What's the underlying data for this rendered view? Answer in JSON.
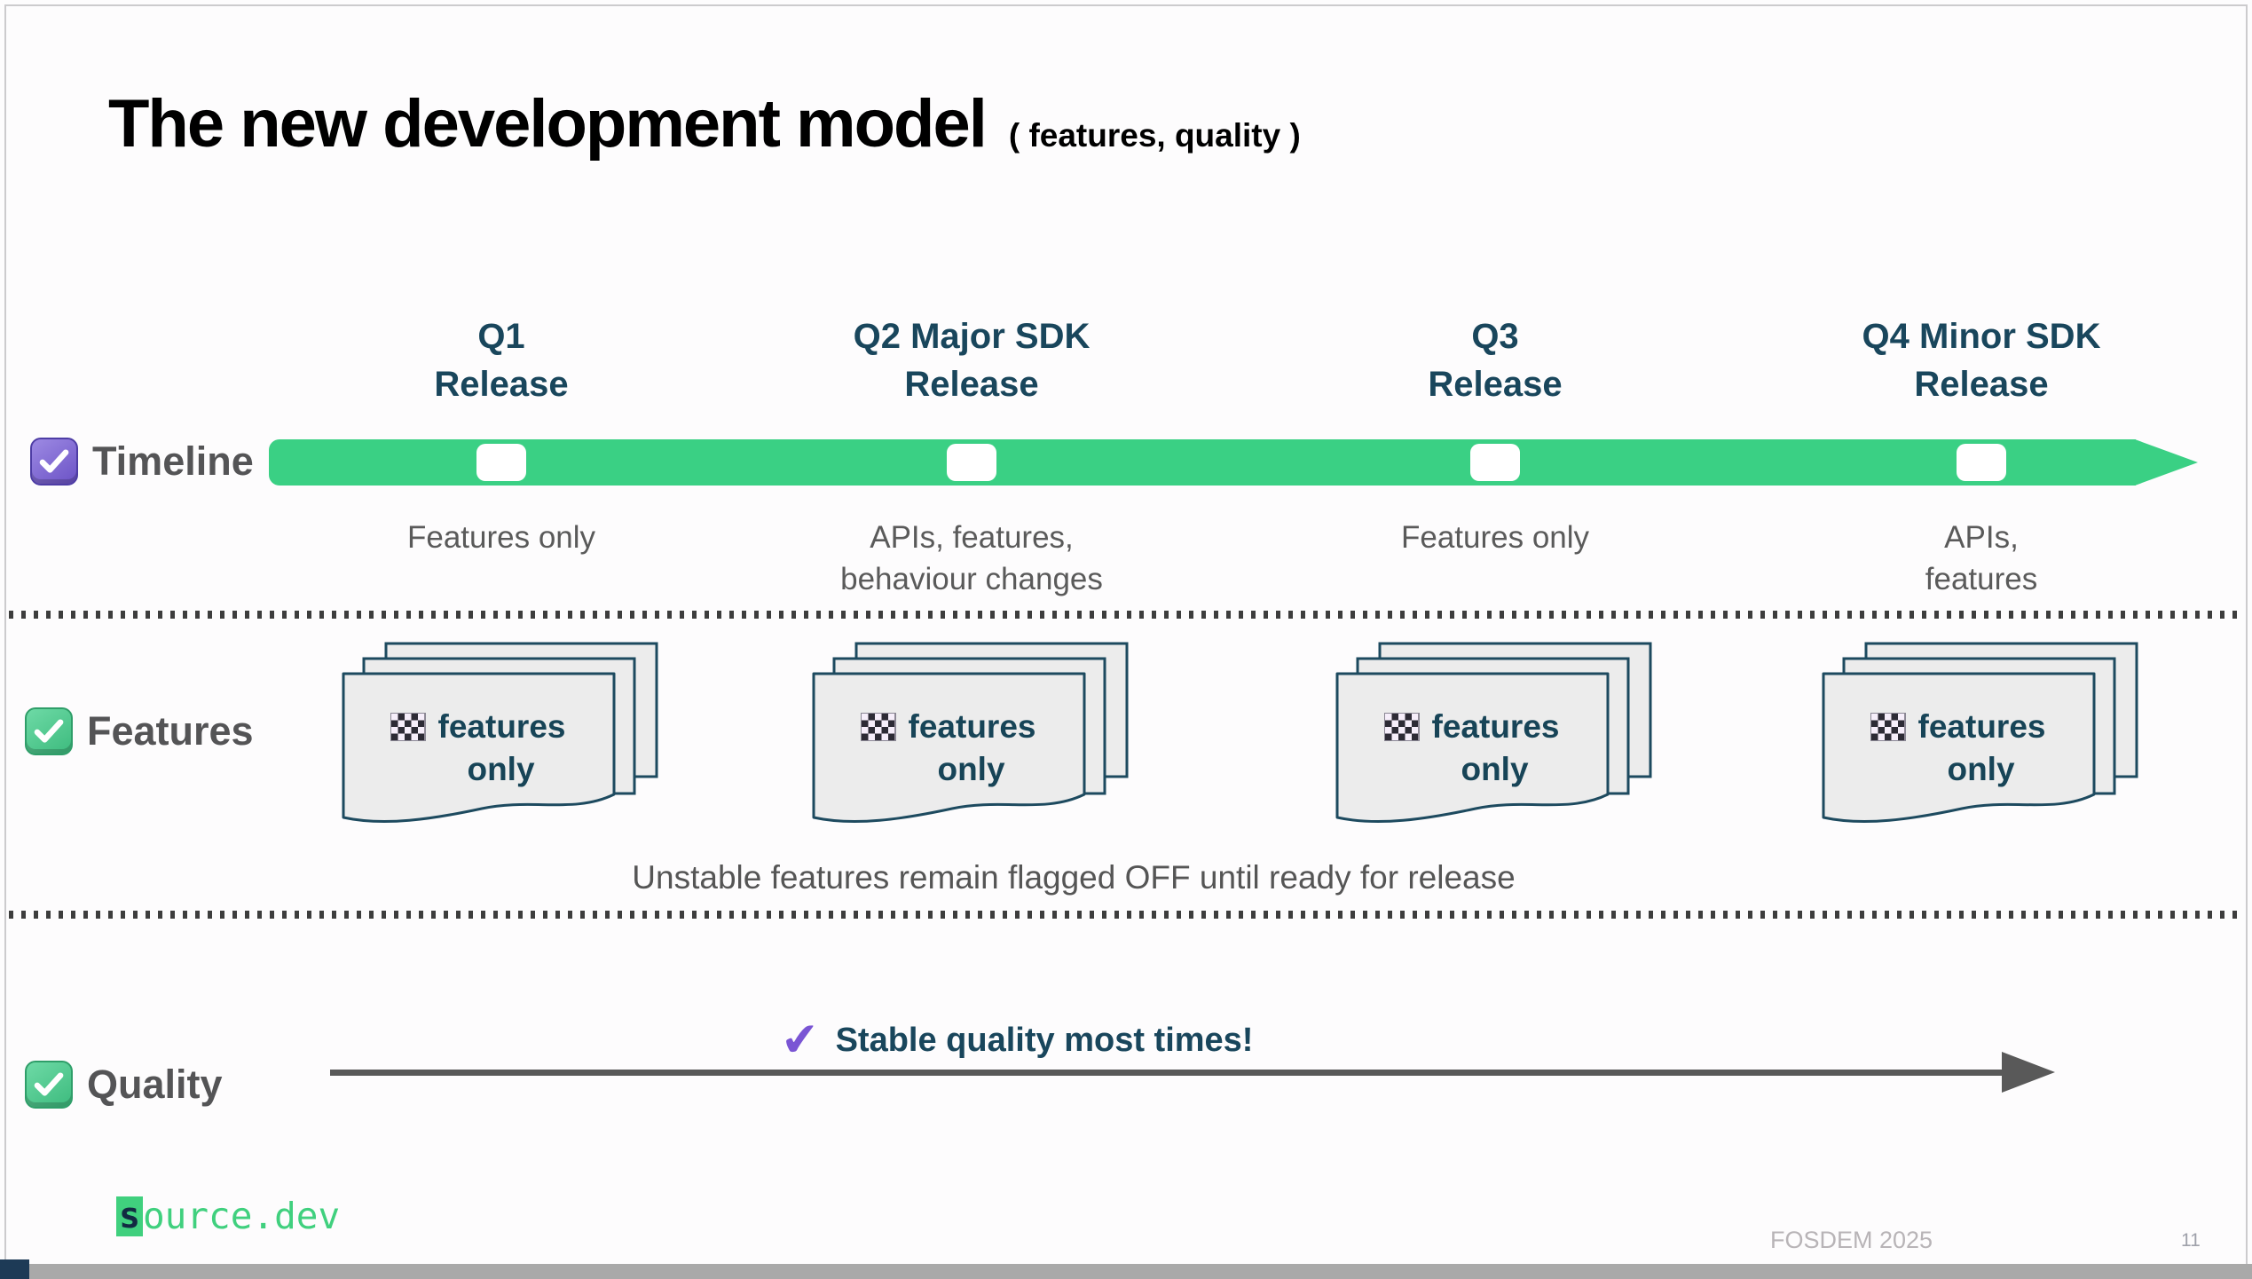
{
  "title": {
    "main": "The new development model",
    "suffix": "( features, quality )"
  },
  "rows": {
    "timeline": {
      "label": "Timeline",
      "checkbox_icon": "purple-checked-checkbox"
    },
    "features": {
      "label": "Features",
      "checkbox_icon": "green-checked-checkbox"
    },
    "quality": {
      "label": "Quality",
      "checkbox_icon": "green-checked-checkbox"
    }
  },
  "columns": [
    {
      "header_line1": "Q1",
      "header_line2": "Release",
      "note_line1": "Features only",
      "note_line2": "",
      "card": {
        "icon": "checkered-pattern",
        "line1": "features",
        "line2": "only"
      }
    },
    {
      "header_line1": "Q2 Major SDK",
      "header_line2": "Release",
      "note_line1": "APIs, features,",
      "note_line2": "behaviour changes",
      "card": {
        "icon": "checkered-pattern",
        "line1": "features",
        "line2": "only"
      }
    },
    {
      "header_line1": "Q3",
      "header_line2": "Release",
      "note_line1": "Features only",
      "note_line2": "",
      "card": {
        "icon": "checkered-pattern",
        "line1": "features",
        "line2": "only"
      }
    },
    {
      "header_line1": "Q4 Minor SDK",
      "header_line2": "Release",
      "note_line1": "APIs,",
      "note_line2": "features",
      "card": {
        "icon": "checkered-pattern",
        "line1": "features",
        "line2": "only"
      }
    }
  ],
  "captions": {
    "features_note": "Unstable features remain flagged OFF until ready for release",
    "quality_note": "Stable quality most times!",
    "quality_check_glyph": "✔"
  },
  "footer": {
    "logo_mark": "s",
    "logo_text": "ource.dev",
    "event": "FOSDEM 2025",
    "page_number": "11"
  },
  "colors": {
    "timeline_green": "#3ad084",
    "heading_teal": "#19465c",
    "label_gray": "#545456",
    "note_gray": "#5a5a5a",
    "card_fill": "#ececec",
    "card_stroke": "#1d4a5f",
    "checkbox_green": "#4dc98c",
    "checkbox_purple": "#7f6ad1",
    "check_purple": "#7a55d4",
    "arrow_gray": "#595959",
    "logo_green": "#40d07e",
    "logo_navy": "#122a42"
  }
}
